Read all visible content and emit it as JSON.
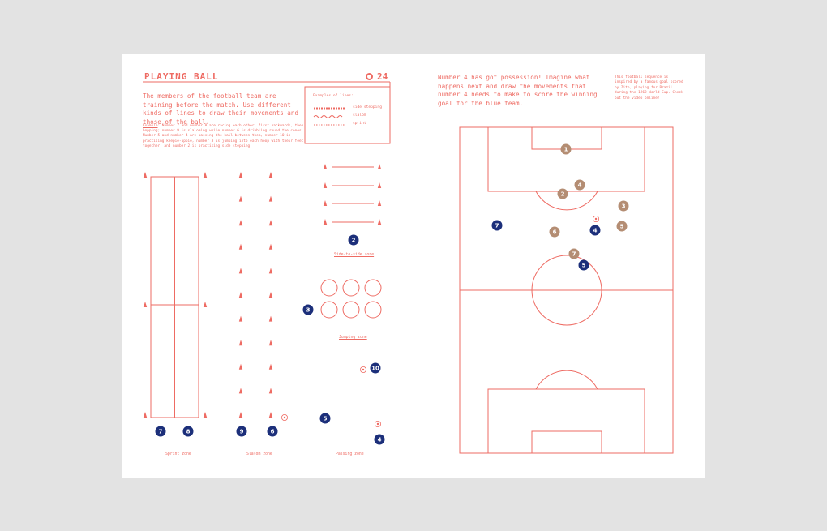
{
  "left_page": {
    "title": "PLAYING BALL",
    "page_number": "24",
    "intro": "The members of the football team are training before the match. Use different kinds of lines to draw their movements and those of the ball.",
    "example_label": "Example",
    "example_text": ": Number 7 and number 8 are racing each other, first backwards, then hopping; number 9 is slaloming while number 6 is dribbling round the cones. Number 5 and number 4 are passing the ball between them, number 10 is practising keepie-uppie, number 3 is jumping into each hoop with their feet together, and number 2 is practising side stepping.",
    "legend": {
      "title": "Examples of lines:",
      "items": [
        "side stepping",
        "slalom",
        "sprint"
      ]
    },
    "zones": {
      "side_to_side": "Side-to-side zone",
      "jumping": "Jumping zone",
      "sprint": "Sprint zone",
      "slalom": "Slalom zone",
      "passing": "Passing zone"
    },
    "players": [
      "2",
      "3",
      "10",
      "5",
      "4",
      "7",
      "8",
      "9",
      "6"
    ]
  },
  "right_page": {
    "intro": "Number 4 has got possession! Imagine what happens next and draw the movements that number 4 needs to make to score the winning goal for the blue team.",
    "side_note": "This football sequence is inspired by a famous goal scored by Zito, playing for Brazil during the 1962 World Cup. Check out the video online!",
    "brown_players": [
      "1",
      "4",
      "2",
      "3",
      "6",
      "5",
      "7"
    ],
    "blue_players": [
      "7",
      "4",
      "5"
    ]
  },
  "colors": {
    "accent": "#ee6b63",
    "blue": "#1c2f7a",
    "tan": "#b48d73",
    "paper": "#ffffff",
    "background": "#e3e3e3"
  }
}
